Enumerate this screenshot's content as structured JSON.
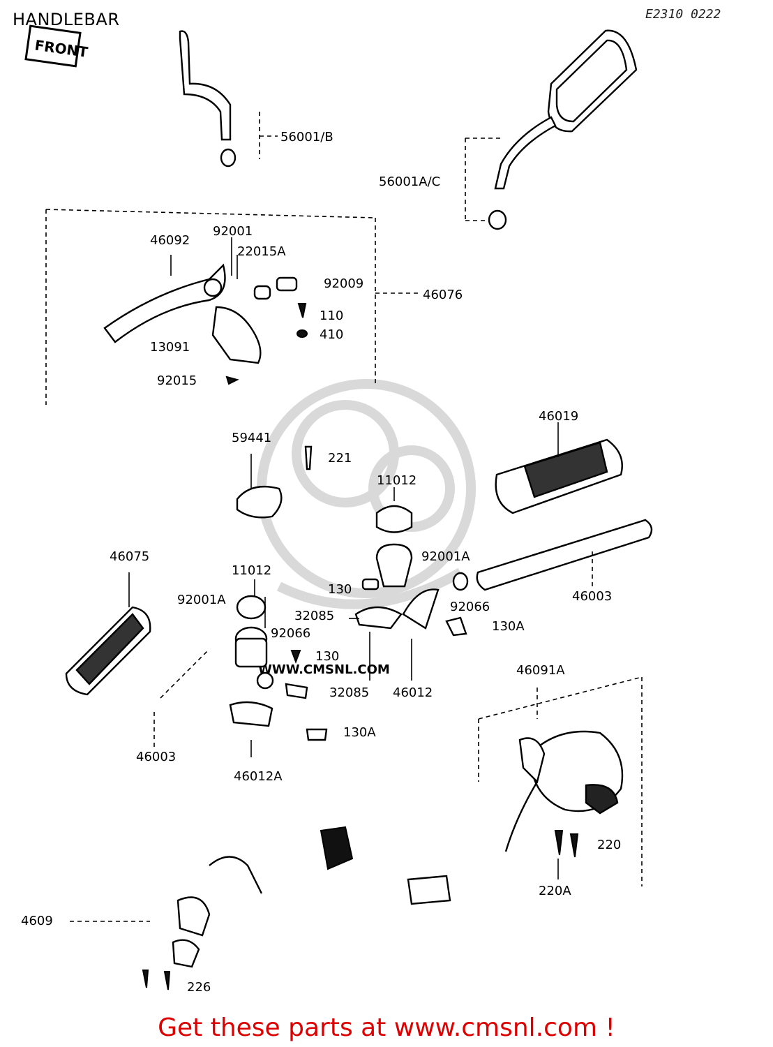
{
  "header": {
    "title": "HANDLEBAR",
    "code": "E2310 0222"
  },
  "front_marker": {
    "text": "FRONT"
  },
  "watermark": {
    "text": "WWW.CMSNL.COM"
  },
  "footer": {
    "cta": "Get these parts at www.cmsnl.com !",
    "color": "#dd0000"
  },
  "parts": {
    "p56001B": "56001/B",
    "p56001AC": "56001A/C",
    "p46092": "46092",
    "p92001": "92001",
    "p22015A": "22015A",
    "p92009": "92009",
    "p46076": "46076",
    "p110": "110",
    "p410": "410",
    "p13091": "13091",
    "p92015": "92015",
    "p59441": "59441",
    "p221": "221",
    "p11012a": "11012",
    "p46019": "46019",
    "p92001Aa": "92001A",
    "p46003a": "46003",
    "p46075": "46075",
    "p11012b": "11012",
    "p92001Ab": "92001A",
    "p130a": "130",
    "p92066a": "92066",
    "p130Aa": "130A",
    "p32085a": "32085",
    "p92066b": "92066",
    "p130b": "130",
    "p32085b": "32085",
    "p46012": "46012",
    "p46091A": "46091A",
    "p130Ab": "130A",
    "p46003b": "46003",
    "p46012A": "46012A",
    "p220": "220",
    "p220A": "220A",
    "p4609x": "4609",
    "p226": "226"
  }
}
